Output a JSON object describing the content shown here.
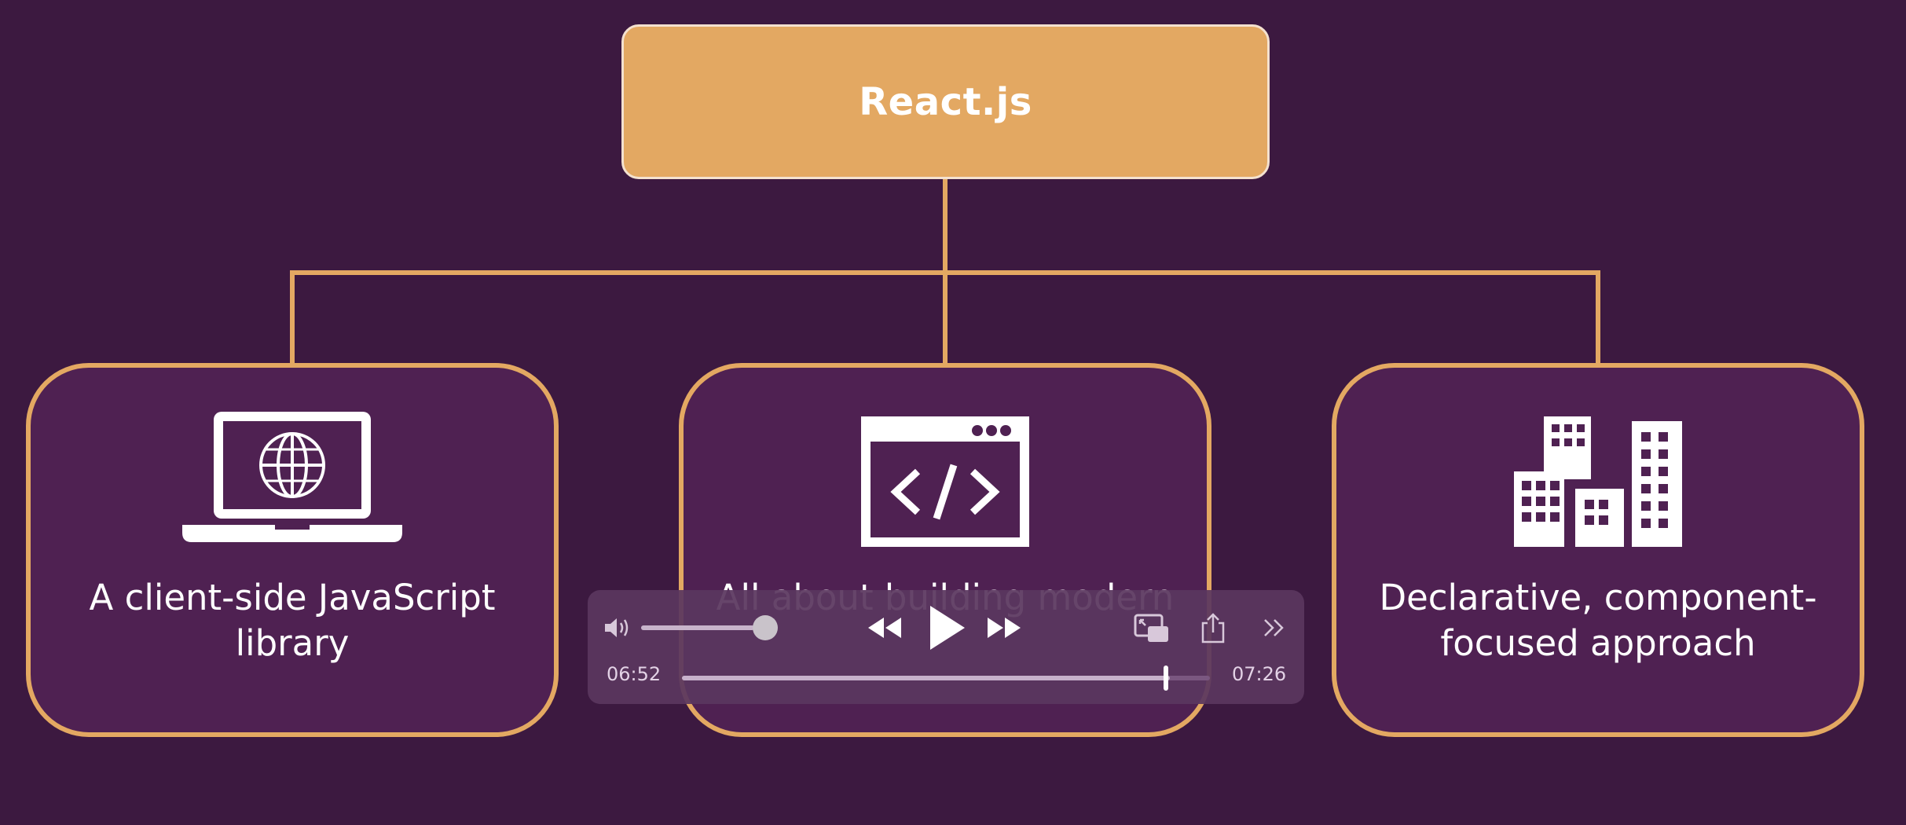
{
  "diagram": {
    "root": {
      "label": "React.js"
    },
    "children": [
      {
        "text": "A client-side JavaScript library",
        "icon": "laptop-globe-icon"
      },
      {
        "text": "All about building modern",
        "icon": "code-window-icon"
      },
      {
        "text": "Declarative, component-focused approach",
        "icon": "buildings-icon"
      }
    ],
    "colors": {
      "background": "#3c1940",
      "accent": "#e3a862",
      "card": "#4f2152"
    }
  },
  "player": {
    "elapsed": "06:52",
    "duration": "07:26",
    "progress": 0.924,
    "volume": 0.9,
    "icons": {
      "volume": "volume-icon",
      "rewind": "rewind-icon",
      "play": "play-icon",
      "forward": "fast-forward-icon",
      "pip": "picture-in-picture-icon",
      "share": "share-icon",
      "more": "more-chevrons-icon"
    }
  }
}
